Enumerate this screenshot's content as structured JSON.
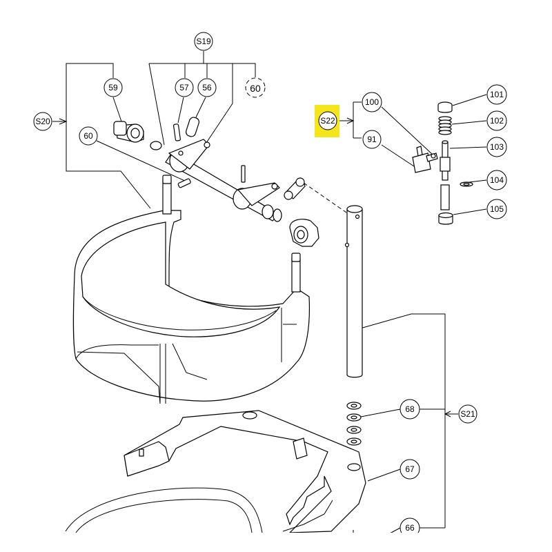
{
  "callouts": {
    "s19": "S19",
    "s20": "S20",
    "s21": "S21",
    "s22": "S22",
    "c59": "59",
    "c57": "57",
    "c56": "56",
    "c60_dashed": "60",
    "c60": "60",
    "c100": "100",
    "c91": "91",
    "c101": "101",
    "c102": "102",
    "c103": "103",
    "c104": "104",
    "c105": "105",
    "c68": "68",
    "c67": "67",
    "c66": "66"
  },
  "colors": {
    "highlight": "#f5e61b",
    "line": "#000000"
  }
}
